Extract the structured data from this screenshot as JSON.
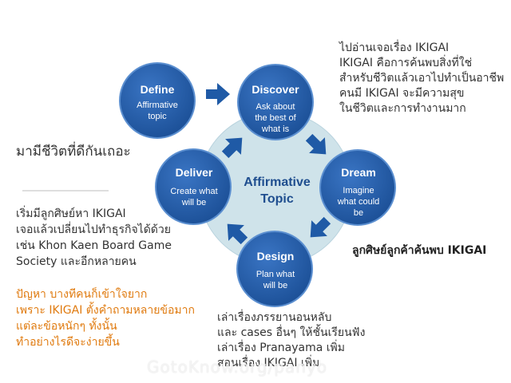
{
  "diagram": {
    "center": {
      "line1": "Affirmative",
      "line2": "Topic"
    },
    "nodes": {
      "define": {
        "title": "Define",
        "line1": "Affirmative",
        "line2": "topic",
        "line3": ""
      },
      "discover": {
        "title": "Discover",
        "line1": "Ask about",
        "line2": "the best of",
        "line3": "what is"
      },
      "dream": {
        "title": "Dream",
        "line1": "Imagine",
        "line2": "what could",
        "line3": "be"
      },
      "design": {
        "title": "Design",
        "line1": "Plan what",
        "line2": "will be",
        "line3": ""
      },
      "deliver": {
        "title": "Deliver",
        "line1": "Create what",
        "line2": "will be",
        "line3": ""
      }
    },
    "colors": {
      "node": "#1f5aa6",
      "node_edge": "#5b8fd0",
      "center_disc": "#cfe3ea",
      "arrow": "#1f5aa6",
      "center_text": "#1f4e8f"
    }
  },
  "notes": {
    "top_right": [
      "ไปอ่านเจอเรื่อง IKIGAI",
      "IKIGAI คือการค้นพบสิ่งที่ใช่",
      "สำหรับชีวิตแล้วเอาไปทำเป็นอาชีพ",
      "คนมี IKIGAI จะมีความสุข",
      "ในชีวิตและการทำงานมาก"
    ],
    "left_heading": "มามีชีวิตที่ดีกันเถอะ",
    "left_middle": [
      "เริ่มมีลูกศิษย์หา IKIGAI",
      "เจอแล้วเปลี่ยนไปทำธุรกิจได้ด้วย",
      "เช่น Khon Kaen Board Game",
      "Society และอีกหลายคน"
    ],
    "left_orange": [
      "ปัญหา บางทีคนก็เข้าใจยาก",
      "เพราะ IKIGAI ตั้งคำถามหลายข้อมาก",
      "แต่ละข้อหนักๆ ทั้งนั้น",
      "ทำอย่างไรดีจะง่ายขึ้น"
    ],
    "right_bold": "ลูกศิษย์ลูกค้าค้นพบ IKIGAI",
    "bottom": [
      "เล่าเรื่องภรรยานอนหลับ",
      "และ cases อื่นๆ ให้ชั้นเรียนฟัง",
      "เล่าเรื่อง Pranayama เพิ่ม",
      "สอนเรื่อง IKIGAI เพิ่ม"
    ]
  },
  "watermark": "GotoKnow.org/panyo",
  "colors": {
    "orange": "#e07b10",
    "text": "#333333"
  }
}
